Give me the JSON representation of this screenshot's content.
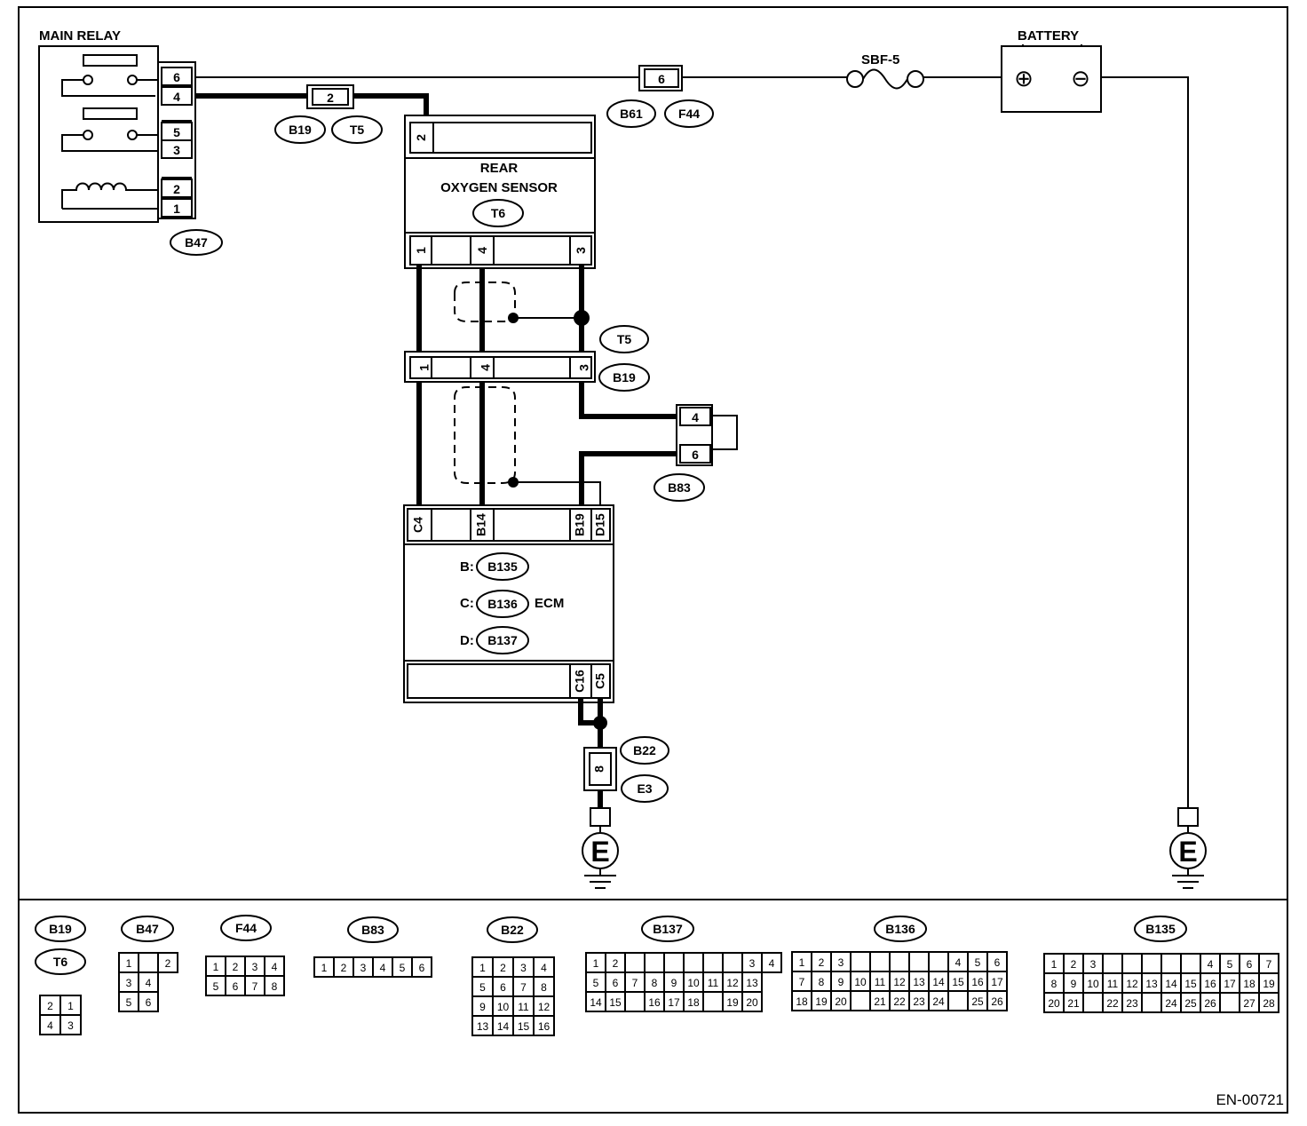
{
  "components": {
    "main_relay": "MAIN RELAY",
    "battery": "BATTERY",
    "fuse": "SBF-5",
    "sensor_line1": "REAR",
    "sensor_line2": "OXYGEN SENSOR",
    "ecm": "ECM",
    "ground": "E",
    "battery_plus": "⊕",
    "battery_minus": "⊖"
  },
  "ecm_prefixes": {
    "b": "B:",
    "c": "C:",
    "d": "D:"
  },
  "connectors": {
    "b47": "B47",
    "b19": "B19",
    "t5": "T5",
    "b61": "B61",
    "f44": "F44",
    "t6": "T6",
    "b83": "B83",
    "b135": "B135",
    "b136": "B136",
    "b137": "B137",
    "b22": "B22",
    "e3": "E3"
  },
  "relay_pins": [
    "6",
    "4",
    "5",
    "3",
    "2",
    "1"
  ],
  "pins": {
    "b19_t5_top": "2",
    "b61_f44": "6",
    "sensor_top": "2",
    "sensor_bottom": [
      "1",
      "4",
      "3"
    ],
    "joint": [
      "1",
      "4",
      "3"
    ],
    "b83": [
      "4",
      "6"
    ],
    "ecm_top": [
      "C4",
      "B14",
      "B19",
      "D15"
    ],
    "ecm_bottom": [
      "C16",
      "C5"
    ],
    "b22_e3": "8"
  },
  "legend": {
    "labels": {
      "b19": "B19",
      "t6": "T6",
      "b47": "B47",
      "f44": "F44",
      "b83": "B83",
      "b22": "B22",
      "b137": "B137",
      "b136": "B136",
      "b135": "B135"
    },
    "b19_t6": [
      [
        "2",
        "1"
      ],
      [
        "4",
        "3"
      ]
    ],
    "b47": [
      [
        "1",
        "",
        "2"
      ],
      [
        "3",
        "4"
      ],
      [
        "5",
        "6"
      ]
    ],
    "f44": [
      [
        "1",
        "2",
        "3",
        "4"
      ],
      [
        "5",
        "6",
        "7",
        "8"
      ]
    ],
    "b83": [
      "1",
      "2",
      "3",
      "4",
      "5",
      "6"
    ],
    "b22": [
      [
        "1",
        "2",
        "3",
        "4"
      ],
      [
        "5",
        "6",
        "7",
        "8"
      ],
      [
        "9",
        "10",
        "11",
        "12"
      ],
      [
        "13",
        "14",
        "15",
        "16"
      ]
    ],
    "b137": [
      [
        "1",
        "2",
        "",
        "",
        "",
        "",
        "",
        "",
        "3",
        "4"
      ],
      [
        "5",
        "6",
        "7",
        "8",
        "9",
        "10",
        "11",
        "12",
        "13"
      ],
      [
        "14",
        "15",
        "",
        "16",
        "17",
        "18",
        "",
        "19",
        "20"
      ]
    ],
    "b136": [
      [
        "1",
        "2",
        "3",
        "",
        "",
        "",
        "",
        "",
        "4",
        "5",
        "6"
      ],
      [
        "7",
        "8",
        "9",
        "10",
        "11",
        "12",
        "13",
        "14",
        "15",
        "16",
        "17"
      ],
      [
        "18",
        "19",
        "20",
        "",
        "21",
        "22",
        "23",
        "24",
        "",
        "25",
        "26"
      ]
    ],
    "b135": [
      [
        "1",
        "2",
        "3",
        "",
        "",
        "",
        "",
        "",
        "4",
        "5",
        "6",
        "7"
      ],
      [
        "8",
        "9",
        "10",
        "11",
        "12",
        "13",
        "14",
        "15",
        "16",
        "17",
        "18",
        "19"
      ],
      [
        "20",
        "21",
        "",
        "22",
        "23",
        "",
        "24",
        "25",
        "26",
        "",
        "27",
        "28"
      ]
    ]
  },
  "footer": {
    "code": "EN-00721"
  }
}
